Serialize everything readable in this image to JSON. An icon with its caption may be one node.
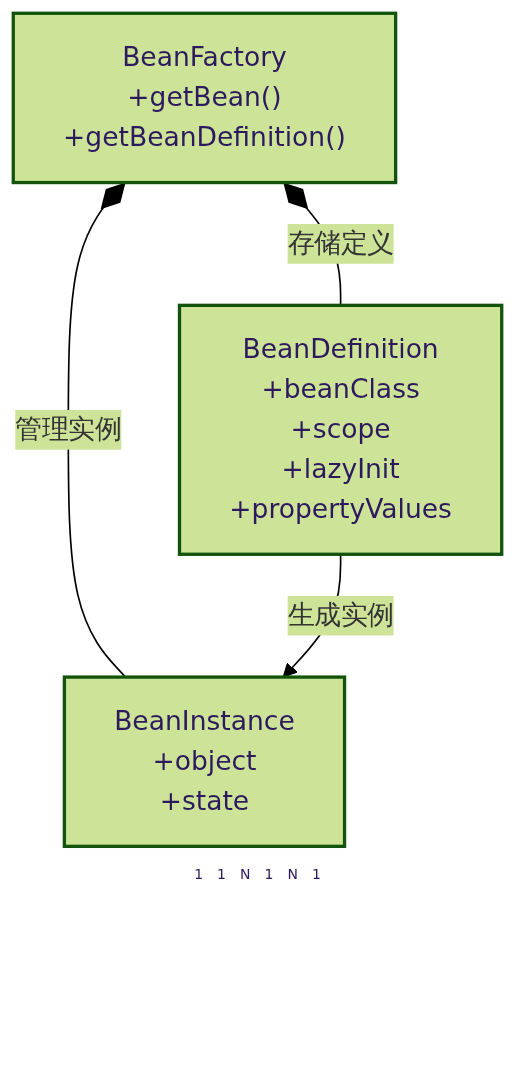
{
  "diagram": {
    "nodes": [
      {
        "text": [
          "BeanFactory",
          "+getBean()",
          "+getBeanDefinition()"
        ]
      },
      {
        "text": [
          "BeanDefinition",
          "+beanClass",
          "+scope",
          "+lazyInit",
          "+propertyValues"
        ]
      },
      {
        "text": [
          "BeanInstance",
          "+object",
          "+state"
        ]
      }
    ],
    "edges": [
      {
        "from": 0,
        "to": 1,
        "arrow": "other",
        "label": "存储定义"
      },
      {
        "from": 0,
        "to": 2,
        "arrow": "other",
        "label": "管理实例"
      },
      {
        "from": 1,
        "to": 2,
        "arrow": "to",
        "label": "生成实例"
      }
    ],
    "labels": [
      "1",
      "1",
      "N",
      "1",
      "N",
      "1"
    ]
  }
}
